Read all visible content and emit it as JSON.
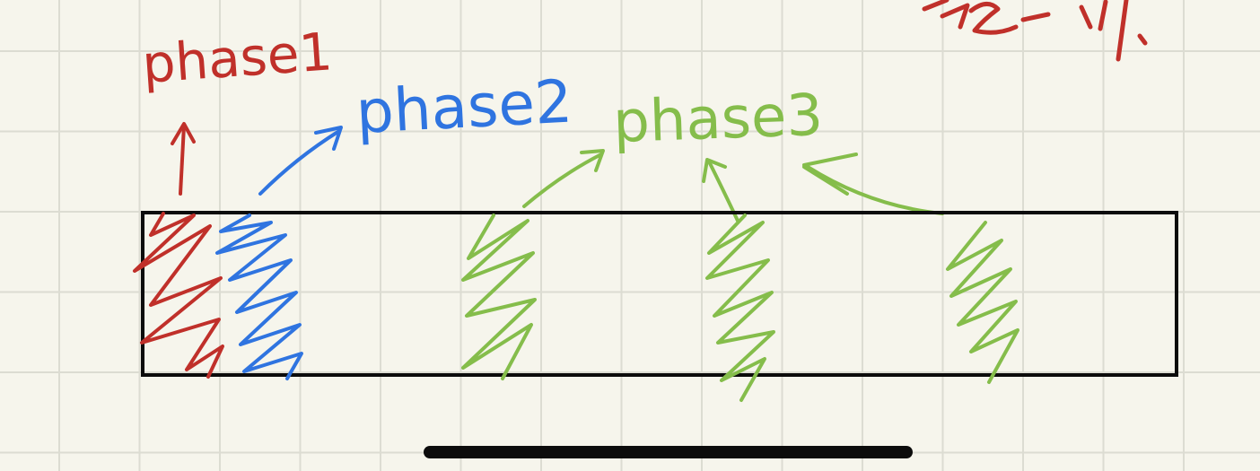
{
  "labels": {
    "phase1": "phase1",
    "phase2": "phase2",
    "phase3": "phase3"
  },
  "colors": {
    "red": "#c0302a",
    "blue": "#2f74e0",
    "green": "#85bd4b",
    "outline": "#0c0c0c",
    "paper": "#f6f5ec",
    "grid": "#dcdcd2"
  }
}
